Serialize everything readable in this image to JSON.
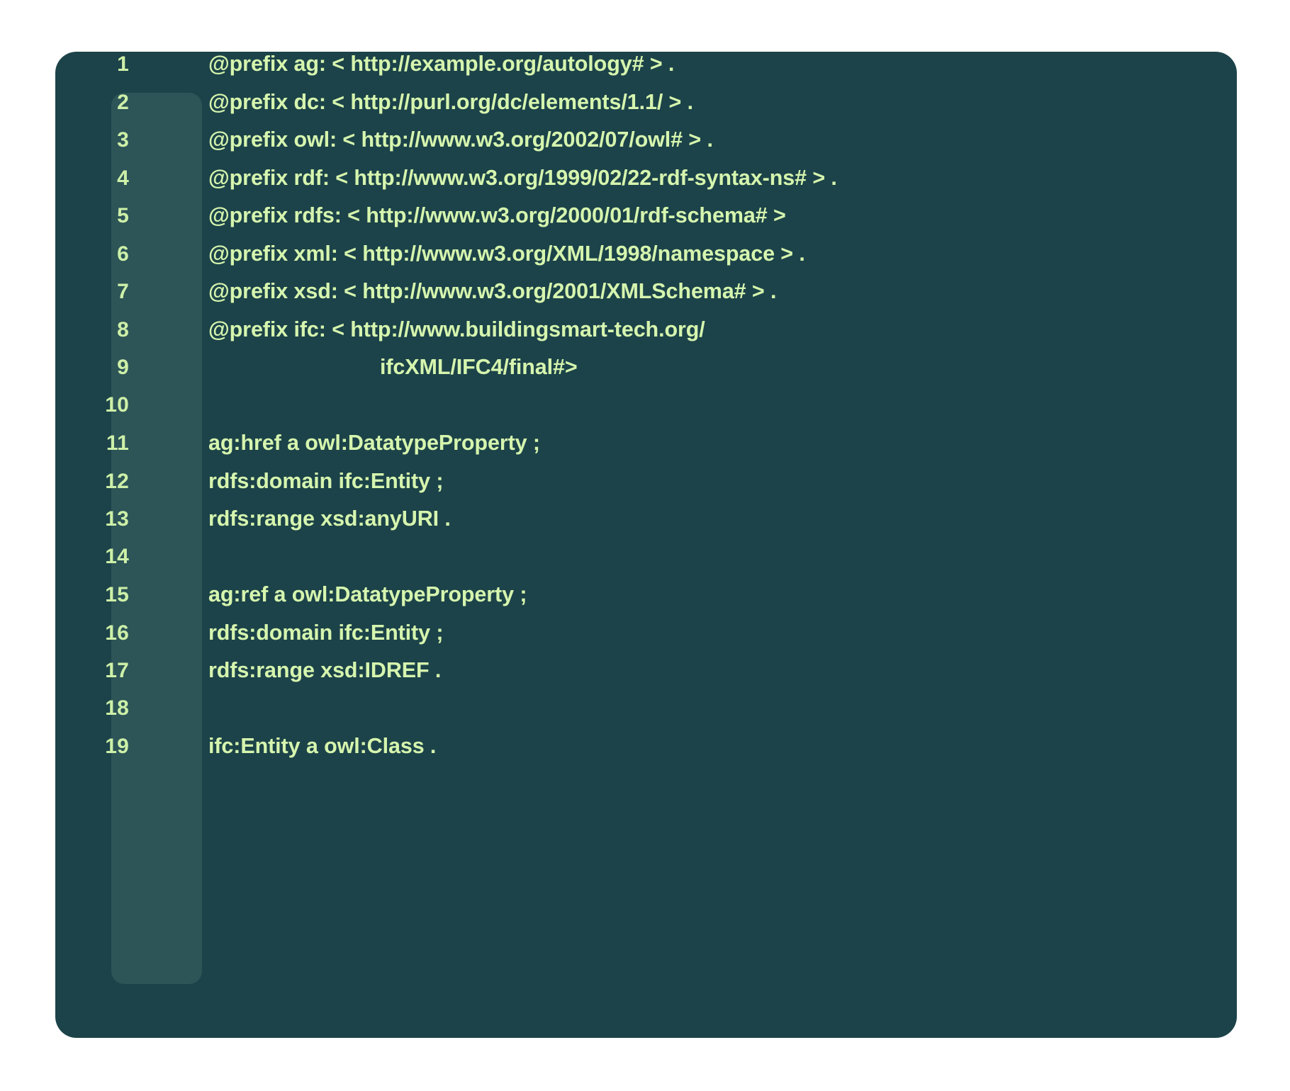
{
  "editor": {
    "language": "turtle",
    "colors": {
      "page_background": "#ffffff",
      "panel_background": "#1c4349",
      "gutter_background": "#2d5457",
      "line_number_color": "#cdf0a8",
      "code_text_color": "#d6f5ae"
    },
    "lines": [
      {
        "number": "1",
        "text": "@prefix ag: < http://example.org/autology# > .",
        "indent": 0
      },
      {
        "number": "2",
        "text": "@prefix dc: < http://purl.org/dc/elements/1.1/ > .",
        "indent": 0
      },
      {
        "number": "3",
        "text": "@prefix owl: < http://www.w3.org/2002/07/owl# > .",
        "indent": 0
      },
      {
        "number": "4",
        "text": "@prefix rdf: < http://www.w3.org/1999/02/22-rdf-syntax-ns# > .",
        "indent": 0
      },
      {
        "number": "5",
        "text": "@prefix rdfs: < http://www.w3.org/2000/01/rdf-schema# >",
        "indent": 0
      },
      {
        "number": "6",
        "text": "@prefix xml: < http://www.w3.org/XML/1998/namespace > .",
        "indent": 0
      },
      {
        "number": "7",
        "text": "@prefix xsd: < http://www.w3.org/2001/XMLSchema# > .",
        "indent": 0
      },
      {
        "number": "8",
        "text": "@prefix ifc: < http://www.buildingsmart-tech.org/",
        "indent": 0
      },
      {
        "number": "9",
        "text": "ifcXML/IFC4/final#>",
        "indent": 1
      },
      {
        "number": "10",
        "text": "",
        "indent": 0
      },
      {
        "number": "11",
        "text": "ag:href a owl:DatatypeProperty ;",
        "indent": 0
      },
      {
        "number": "12",
        "text": "rdfs:domain ifc:Entity ;",
        "indent": 0
      },
      {
        "number": "13",
        "text": "rdfs:range xsd:anyURI .",
        "indent": 0
      },
      {
        "number": "14",
        "text": "",
        "indent": 0
      },
      {
        "number": "15",
        "text": "ag:ref a owl:DatatypeProperty ;",
        "indent": 0
      },
      {
        "number": "16",
        "text": "rdfs:domain ifc:Entity ;",
        "indent": 0
      },
      {
        "number": "17",
        "text": "rdfs:range xsd:IDREF .",
        "indent": 0
      },
      {
        "number": "18",
        "text": "",
        "indent": 0
      },
      {
        "number": "19",
        "text": "ifc:Entity a owl:Class .",
        "indent": 0
      }
    ]
  }
}
